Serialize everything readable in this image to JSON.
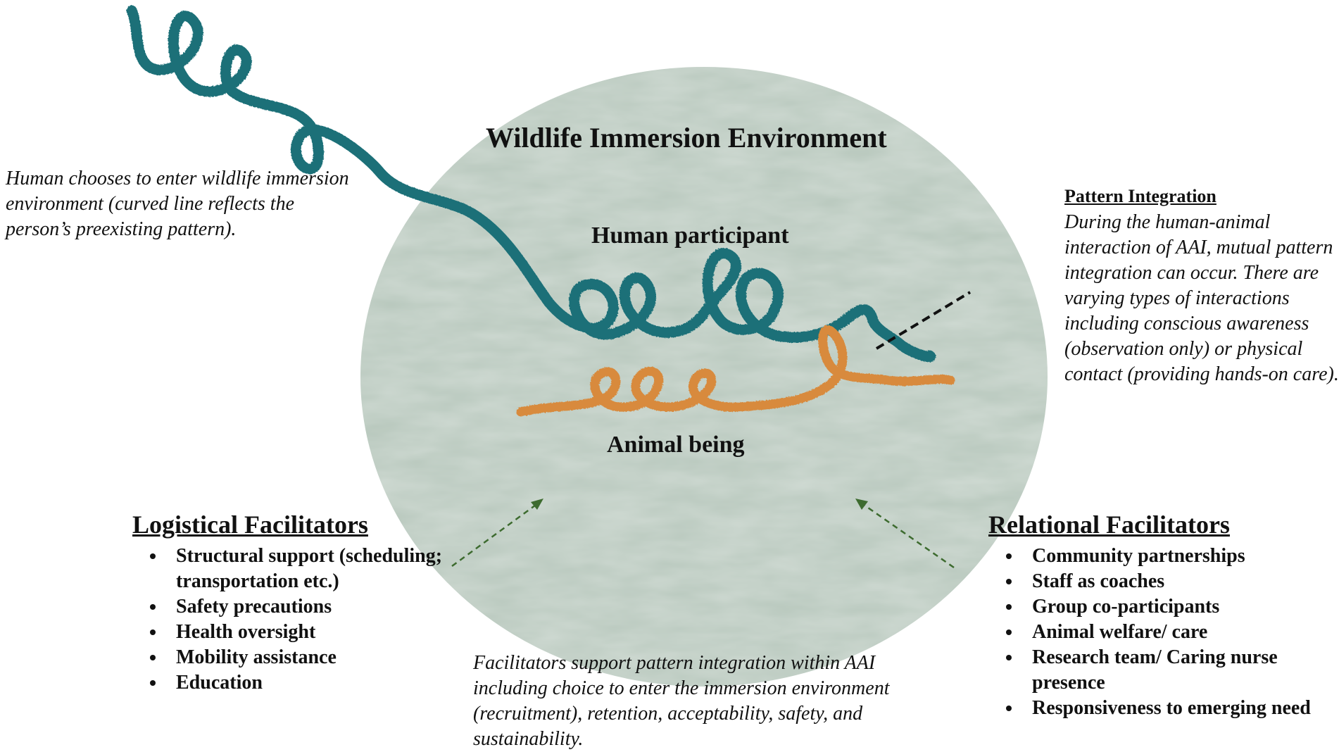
{
  "environment": {
    "title": "Wildlife Immersion Environment",
    "fill_color": "#b7c7bc"
  },
  "human": {
    "label": "Human participant",
    "color": "#1a6f78"
  },
  "animal": {
    "label": "Animal being",
    "color": "#d88a3c"
  },
  "human_entry_note": "Human chooses to enter wildlife immersion environment (curved line reflects the person’s preexisting pattern).",
  "pattern_integration": {
    "heading": "Pattern Integration",
    "text": "During the human-animal interaction of AAI, mutual pattern integration can occur. There are varying types of interactions including conscious awareness (observation only) or physical contact (providing hands-on care)."
  },
  "logistical": {
    "heading": "Logistical Facilitators",
    "items": [
      "Structural support (scheduling; transportation etc.)",
      "Safety precautions",
      "Health oversight",
      "Mobility assistance",
      "Education"
    ]
  },
  "relational": {
    "heading": "Relational Facilitators",
    "items": [
      "Community partnerships",
      "Staff as coaches",
      "Group co-participants",
      "Animal welfare/ care",
      "Research team/ Caring nurse presence",
      "Responsiveness to emerging need"
    ]
  },
  "facilitators_note": "Facilitators support pattern integration within AAI including choice to enter the immersion environment (recruitment), retention, acceptability, safety, and sustainability."
}
